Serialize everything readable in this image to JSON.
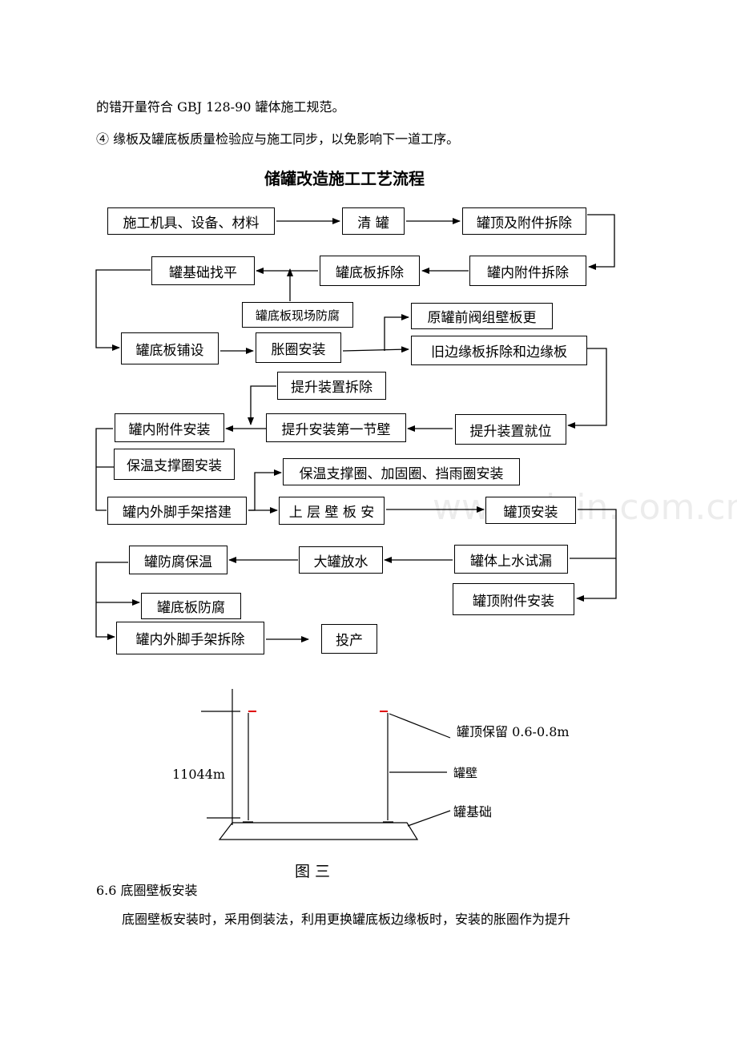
{
  "text": {
    "line1": "的错开量符合 GBJ 128-90 罐体施工规范。",
    "line2": "④ 缘板及罐底板质量检验应与施工同步，以免影响下一道工序。",
    "flow_title": "储罐改造施工工艺流程",
    "section_heading": "6.6 底圈壁板安装",
    "body_para": "底圈壁板安装时，采用倒装法，利用更换罐底板边缘板时，安装的胀圈作为提升"
  },
  "flow": {
    "b1": "施工机具、设备、材料",
    "b2": "清  罐",
    "b3": "罐顶及附件拆除",
    "b4": "罐内附件拆除",
    "b5": "罐底板拆除",
    "b6": "罐基础找平",
    "b7": "罐底板现场防腐",
    "b8": "罐底板铺设",
    "b9": "胀圈安装",
    "b10": "原罐前阀组壁板更",
    "b11": "旧边缘板拆除和边缘板",
    "b12": "提升装置拆除",
    "b13": "提升装置就位",
    "b14": "提升安装第一节壁",
    "b15": "罐内附件安装",
    "b16": "保温支撑圈安装",
    "b17": "保温支撑圈、加固圈、挡雨圈安装",
    "b18": "罐内外脚手架搭建",
    "b19": "上 层 壁 板 安",
    "b20": "罐顶安装",
    "b21": "罐体上水试漏",
    "b22": "大罐放水",
    "b23": "罐防腐保温",
    "b24": "罐顶附件安装",
    "b25": "罐底板防腐",
    "b26": "罐内外脚手架拆除",
    "b27": "投产"
  },
  "figure": {
    "height_label": "11044m",
    "roof_label": "罐顶保留 0.6-0.8m",
    "wall_label": "罐壁",
    "base_label": "罐基础",
    "caption": "图  三"
  },
  "watermark": "www.zixin.com.cn",
  "colors": {
    "marker_red": "#e00000"
  }
}
